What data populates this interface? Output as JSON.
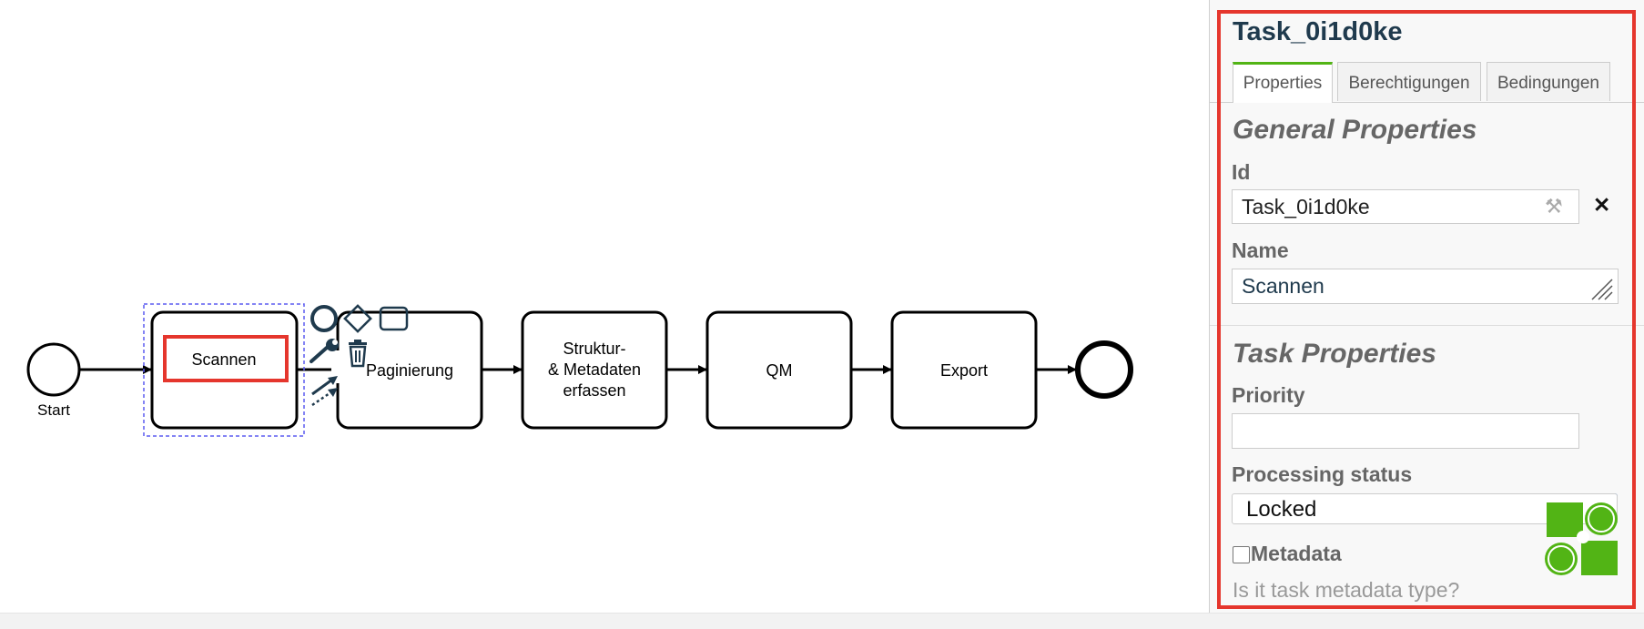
{
  "diagram": {
    "start_label": "Start",
    "tasks": [
      {
        "label_lines": [
          "Scannen"
        ]
      },
      {
        "label_lines": [
          "Paginierung"
        ]
      },
      {
        "label_lines": [
          "Struktur-",
          "& Metadaten",
          "erfassen"
        ]
      },
      {
        "label_lines": [
          "QM"
        ]
      },
      {
        "label_lines": [
          "Export"
        ]
      }
    ],
    "context_pad_icons": [
      "circle-icon",
      "diamond-icon",
      "task-icon",
      "wrench-icon",
      "trash-icon",
      "connect-arrow-icon",
      "dotted-arrow-icon"
    ]
  },
  "panel": {
    "title": "Task_0i1d0ke",
    "tabs": [
      {
        "label": "Properties",
        "active": true
      },
      {
        "label": "Berechtigungen",
        "active": false
      },
      {
        "label": "Bedingungen",
        "active": false
      }
    ],
    "general": {
      "section_title": "General Properties",
      "id_label": "Id",
      "id_value": "Task_0i1d0ke",
      "name_label": "Name",
      "name_value": "Scannen"
    },
    "task": {
      "section_title": "Task Properties",
      "priority_label": "Priority",
      "priority_value": "",
      "status_label": "Processing status",
      "status_value": "Locked",
      "metadata_label": "Metadata",
      "metadata_checked": false,
      "metadata_hint": "Is it task metadata type?"
    }
  },
  "colors": {
    "highlight_red": "#e5362d",
    "active_tab_green": "#52b415",
    "selection_blue": "#5b5bf0",
    "logo_green": "#52b415"
  }
}
